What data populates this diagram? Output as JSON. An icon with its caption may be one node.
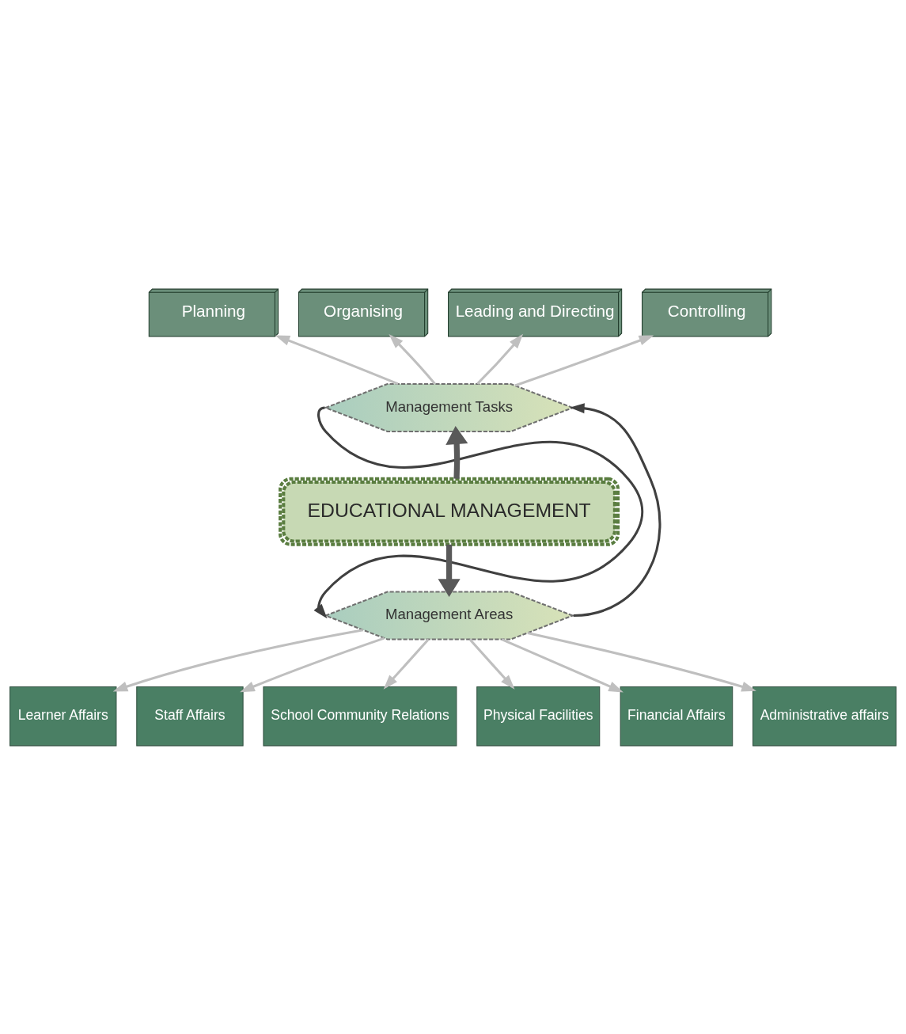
{
  "diagram": {
    "nodes": [
      {
        "text": [
          "Planning"
        ]
      },
      {
        "text": [
          "Organising"
        ]
      },
      {
        "text": [
          "Leading and Directing"
        ]
      },
      {
        "text": [
          "Controlling"
        ]
      },
      {
        "text": [
          "Management Tasks"
        ]
      },
      {
        "text": [
          "EDUCATIONAL MANAGEMENT"
        ]
      },
      {
        "text": [
          "Management Areas"
        ]
      },
      {
        "text": [
          "Learner Affairs"
        ]
      },
      {
        "text": [
          "Staff Affairs"
        ]
      },
      {
        "text": [
          "School Community Relations"
        ]
      },
      {
        "text": [
          "Physical Facilities"
        ]
      },
      {
        "text": [
          "Financial Affairs"
        ]
      },
      {
        "text": [
          "Administrative affairs"
        ]
      }
    ],
    "edges": [
      {
        "from": 4,
        "to": 0,
        "arrow": "to"
      },
      {
        "from": 4,
        "to": 1,
        "arrow": "to"
      },
      {
        "from": 4,
        "to": 2,
        "arrow": "to"
      },
      {
        "from": 4,
        "to": 3,
        "arrow": "to"
      },
      {
        "from": 5,
        "to": 4,
        "arrow": "to",
        "style": "thick",
        "color": "#595959"
      },
      {
        "from": 5,
        "to": 6,
        "arrow": "to",
        "style": "thick",
        "color": "#595959"
      },
      {
        "from": 6,
        "to": 7,
        "arrow": "to"
      },
      {
        "from": 6,
        "to": 8,
        "arrow": "to"
      },
      {
        "from": 6,
        "to": 9,
        "arrow": "to"
      },
      {
        "from": 6,
        "to": 10,
        "arrow": "to"
      },
      {
        "from": 6,
        "to": 11,
        "arrow": "to"
      },
      {
        "from": 6,
        "to": 12,
        "arrow": "to"
      },
      {
        "from": 4,
        "to": 6,
        "arrow": "to",
        "color": "#404040"
      },
      {
        "from": 6,
        "to": 4,
        "arrow": "to",
        "color": "#404040"
      }
    ]
  }
}
